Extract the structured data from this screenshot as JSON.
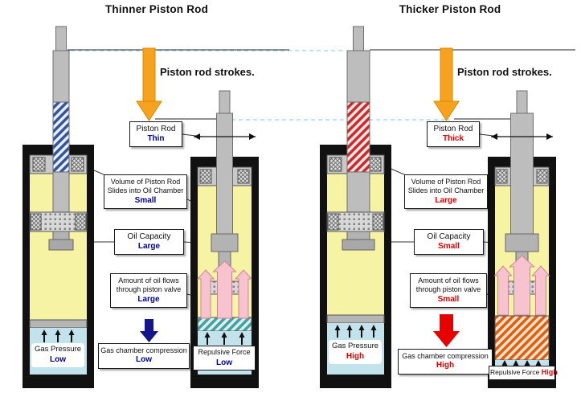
{
  "left": {
    "title": "Thinner Piston Rod",
    "stroke_label": "Piston rod strokes.",
    "piston_rod": {
      "label": "Piston Rod",
      "value": "Thin"
    },
    "volume": {
      "label": "Volume of Piston Rod Slides into Oil Chamber",
      "value": "Small"
    },
    "oil_capacity": {
      "label": "Oil Capacity",
      "value": "Large"
    },
    "oil_flow": {
      "label": "Amount of oil flows through piston valve",
      "value": "Large"
    },
    "gas_pressure": {
      "label": "Gas Pressure",
      "value": "Low"
    },
    "gas_compression": {
      "label": "Gas chamber compression",
      "value": "Low"
    },
    "repulsive_force": {
      "label": "Repulsive Force",
      "value": "Low"
    }
  },
  "right": {
    "title": "Thicker Piston Rod",
    "stroke_label": "Piston rod strokes.",
    "piston_rod": {
      "label": "Piston Rod",
      "value": "Thick"
    },
    "volume": {
      "label": "Volume of Piston Rod Slides into Oil Chamber",
      "value": "Large"
    },
    "oil_capacity": {
      "label": "Oil Capacity",
      "value": "Small"
    },
    "oil_flow": {
      "label": "Amount of oil flows through piston valve",
      "value": "Small"
    },
    "gas_pressure": {
      "label": "Gas Pressure",
      "value": "High"
    },
    "gas_compression": {
      "label": "Gas chamber compression",
      "value": "High"
    },
    "repulsive_force": {
      "label": "Repulsive Force",
      "value": "High"
    }
  },
  "colors": {
    "accent_left": "#0000a0",
    "accent_right": "#e00000",
    "oil": "#f7f3a5",
    "gas": "#c2e2ec",
    "stroke_arrow": "#f6a21e",
    "rod_hatch_left": "#33559e",
    "rod_hatch_right": "#cc2a2a",
    "oil_flow_arrow": "#f6c3cf"
  }
}
